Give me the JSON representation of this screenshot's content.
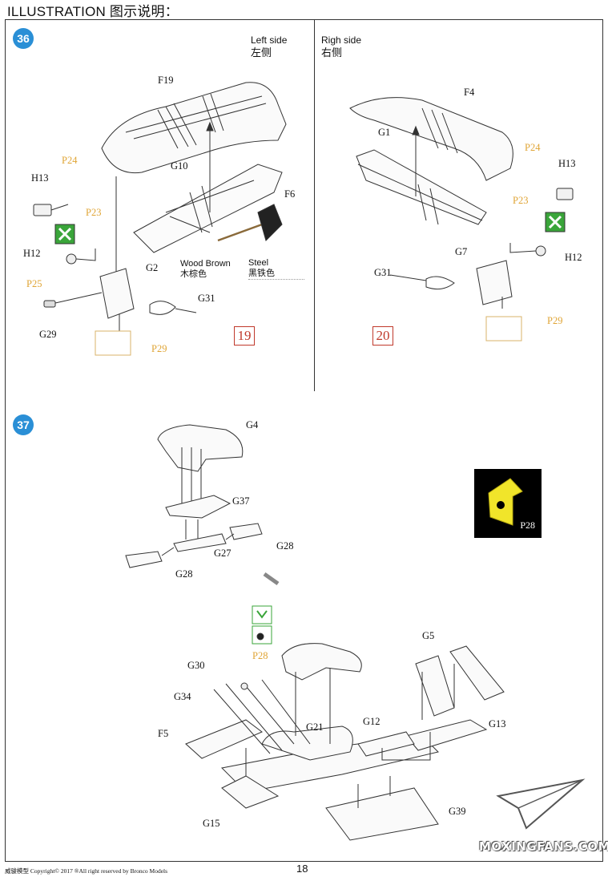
{
  "header": {
    "title": "ILLUSTRATION 图示说明："
  },
  "step36": {
    "number": "36",
    "left": {
      "heading": "Left side",
      "heading_cn": "左侧",
      "ref": "19"
    },
    "right": {
      "heading": "Righ side",
      "heading_cn": "右侧",
      "ref": "20"
    },
    "notes": {
      "wood_en": "Wood Brown",
      "wood_cn": "木棕色",
      "steel_en": "Steel",
      "steel_cn": "黑铁色"
    },
    "labels": {
      "F19": "F19",
      "G10": "G10",
      "F6": "F6",
      "H13": "H13",
      "P24": "P24",
      "P23": "P23",
      "H12": "H12",
      "G2": "G2",
      "P25": "P25",
      "G31": "G31",
      "G29": "G29",
      "P29": "P29",
      "F4": "F4",
      "G1": "G1",
      "G7": "G7"
    }
  },
  "step37": {
    "number": "37",
    "labels": {
      "G4": "G4",
      "G37": "G37",
      "G27": "G27",
      "G28": "G28",
      "G5": "G5",
      "G30": "G30",
      "P28": "P28",
      "G34": "G34",
      "G21": "G21",
      "G12": "G12",
      "G13": "G13",
      "F5": "F5",
      "G15": "G15",
      "G39": "G39"
    },
    "photo_caption": "P28"
  },
  "footer": {
    "copyright": "威骏模型  Copyright© 2017  ®All right reserved by Bronco Models",
    "page": "18",
    "watermark": "MOXINGFANS.COM"
  },
  "colors": {
    "step_badge": "#2a8fd6",
    "photo_part": "#f1e52a",
    "ref_box": "#c0392b",
    "etch_label": "#e0a536",
    "decal_icon": "#3aa53a"
  }
}
